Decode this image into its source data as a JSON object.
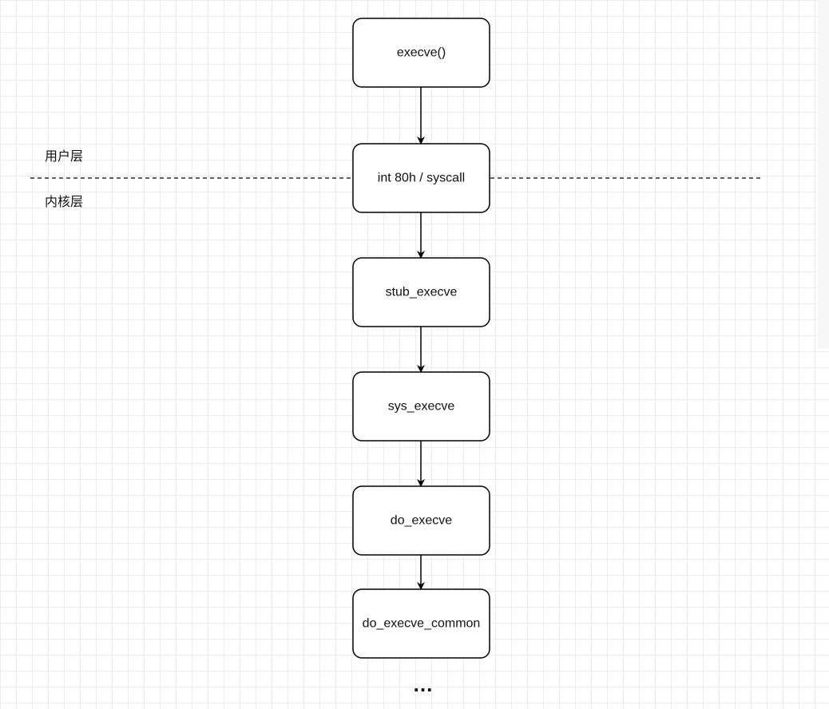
{
  "diagram": {
    "nodes": [
      {
        "id": "execve",
        "label": "execve()"
      },
      {
        "id": "int80",
        "label": "int 80h / syscall"
      },
      {
        "id": "stub_execve",
        "label": "stub_execve"
      },
      {
        "id": "sys_execve",
        "label": "sys_execve"
      },
      {
        "id": "do_execve",
        "label": "do_execve"
      },
      {
        "id": "do_execve_common",
        "label": "do_execve_common"
      }
    ],
    "edges": [
      {
        "from": "execve",
        "to": "int80"
      },
      {
        "from": "int80",
        "to": "stub_execve"
      },
      {
        "from": "stub_execve",
        "to": "sys_execve"
      },
      {
        "from": "sys_execve",
        "to": "do_execve"
      },
      {
        "from": "do_execve",
        "to": "do_execve_common"
      }
    ],
    "user_layer_label": "用户层",
    "kernel_layer_label": "内核层",
    "continuation": "..."
  }
}
